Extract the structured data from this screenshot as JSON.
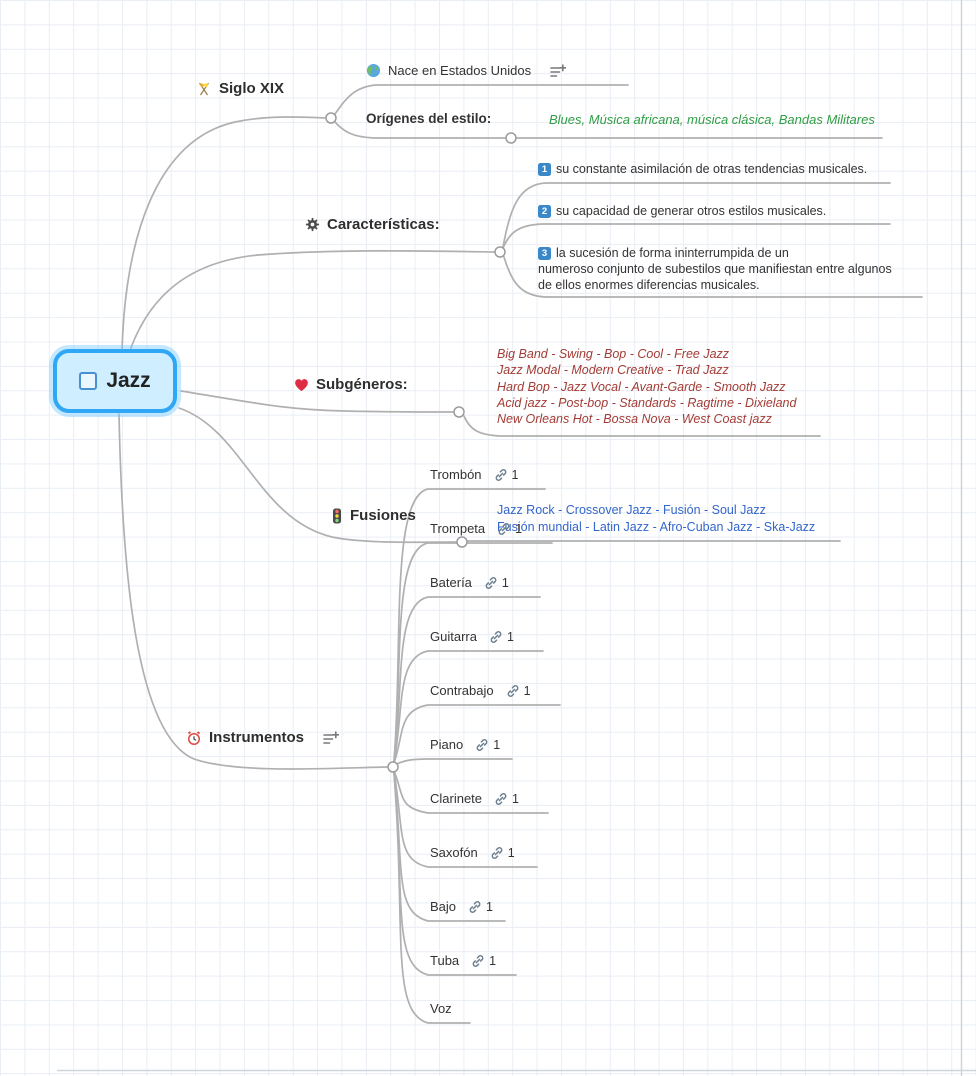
{
  "root": {
    "label": "Jazz"
  },
  "siglo": {
    "label": "Siglo XIX",
    "nace": {
      "label": "Nace en Estados Unidos"
    },
    "origenes": {
      "label": "Orígenes del estilo:",
      "value": "Blues, Música africana, música clásica, Bandas Militares"
    }
  },
  "caracteristicas": {
    "label": "Características:",
    "items": [
      {
        "badge": "1",
        "text": "su constante asimilación de otras tendencias musicales."
      },
      {
        "badge": "2",
        "text": "su capacidad de generar otros estilos musicales."
      },
      {
        "badge": "3",
        "text": "la sucesión de forma ininterrumpida de un\nnumeroso conjunto de subestilos que manifiestan entre algunos\nde ellos enormes diferencias musicales."
      }
    ]
  },
  "subgeneros": {
    "label": "Subgéneros:",
    "lines": [
      "Big Band - Swing - Bop - Cool - Free Jazz",
      "Jazz Modal - Modern Creative - Trad Jazz",
      "Hard Bop - Jazz Vocal - Avant-Garde - Smooth Jazz",
      "Acid jazz - Post-bop - Standards - Ragtime - Dixieland",
      "New Orleans Hot - Bossa Nova - West Coast jazz"
    ]
  },
  "fusiones": {
    "label": "Fusiones",
    "lines": [
      "Jazz Rock - Crossover Jazz - Fusión - Soul Jazz",
      "Fusión mundial - Latin Jazz - Afro-Cuban Jazz - Ska-Jazz"
    ]
  },
  "instrumentos": {
    "label": "Instrumentos",
    "items": [
      {
        "label": "Trombón",
        "link_count": "1"
      },
      {
        "label": "Trompeta",
        "link_count": "1"
      },
      {
        "label": "Batería",
        "link_count": "1"
      },
      {
        "label": "Guitarra",
        "link_count": "1"
      },
      {
        "label": "Contrabajo",
        "link_count": "1"
      },
      {
        "label": "Piano",
        "link_count": "1"
      },
      {
        "label": "Clarinete",
        "link_count": "1"
      },
      {
        "label": "Saxofón",
        "link_count": "1"
      },
      {
        "label": "Bajo",
        "link_count": "1"
      },
      {
        "label": "Tuba",
        "link_count": "1"
      },
      {
        "label": "Voz",
        "link_count": ""
      }
    ]
  },
  "icons": {
    "root_checkbox": "checkbox-icon",
    "siglo": "crossed-flags-icon",
    "nace": "globe-americas-icon",
    "caracteristicas": "gear-icon",
    "subgeneros": "red-heart-icon",
    "fusiones": "traffic-light-icon",
    "instrumentos": "alarm-clock-icon",
    "notes": "notes-icon",
    "link": "link-icon"
  },
  "colors": {
    "root_border": "#2fa7f5",
    "root_fill": "#cfeeff",
    "green_text": "#2f9e44",
    "red_text": "#a33b35",
    "blue_text": "#3366cc",
    "edge": "#b0b0b0"
  }
}
